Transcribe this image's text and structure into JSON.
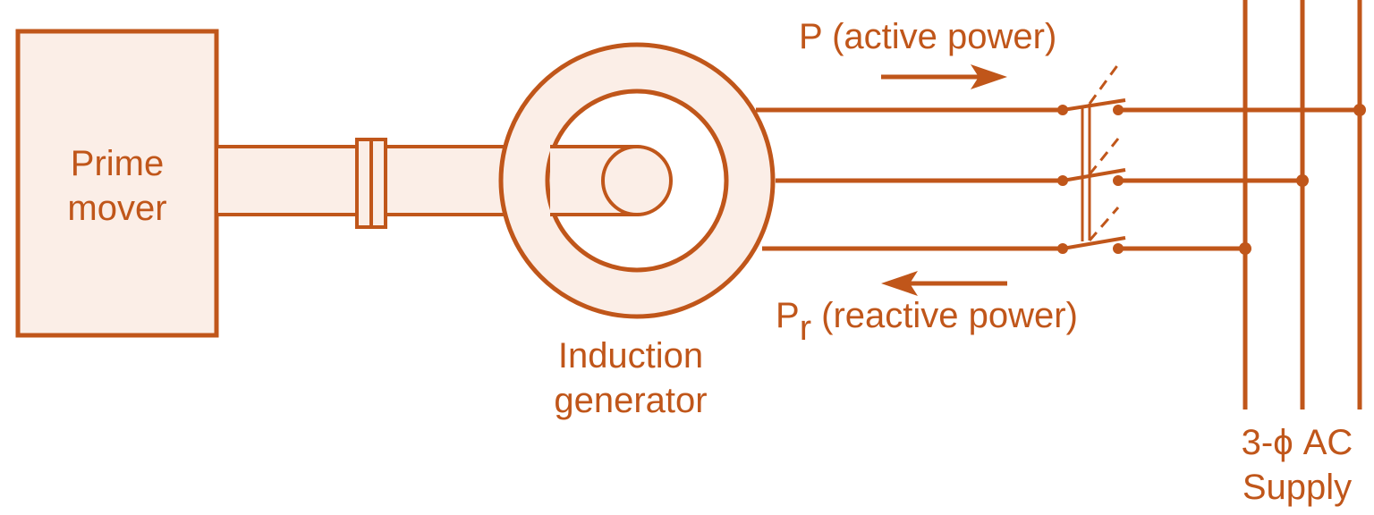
{
  "colors": {
    "stroke": "#c0561a",
    "fill": "#fbeee7"
  },
  "prime_mover": {
    "line1": "Prime",
    "line2": "mover"
  },
  "generator": {
    "line1": "Induction",
    "line2": "generator"
  },
  "active_power": {
    "label": "P (active power)"
  },
  "reactive_power": {
    "symbol": "P",
    "subscript": "r",
    "text": " (reactive power)"
  },
  "supply": {
    "line1": "3-ϕ AC",
    "line2": "Supply"
  }
}
